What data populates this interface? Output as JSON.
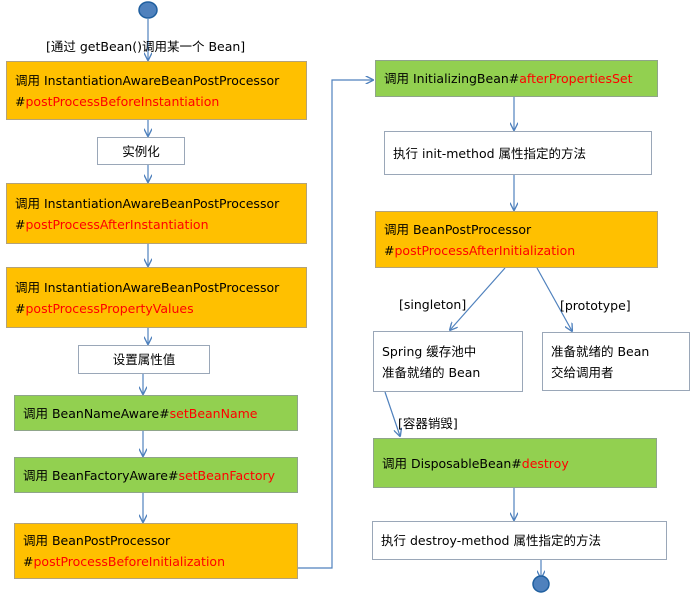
{
  "start_label": "[通过 getBean()调用某一个 Bean]",
  "nodes": {
    "n1": {
      "line1": "调用 InstantiationAwareBeanPostProcessor",
      "hash": "#",
      "method": "postProcessBeforeInstantiation"
    },
    "n2": {
      "text": "实例化"
    },
    "n3": {
      "line1": "调用 InstantiationAwareBeanPostProcessor",
      "hash": "#",
      "method": "postProcessAfterInstantiation"
    },
    "n4": {
      "line1": "调用 InstantiationAwareBeanPostProcessor",
      "hash": "#",
      "method": "postProcessPropertyValues"
    },
    "n5": {
      "text": "设置属性值"
    },
    "n6": {
      "prefix": "调用 BeanNameAware#",
      "method": "setBeanName"
    },
    "n7": {
      "prefix": "调用 BeanFactoryAware#",
      "method": "setBeanFactory"
    },
    "n8": {
      "line1": "调用 BeanPostProcessor",
      "hash": "#",
      "method": "postProcessBeforeInitialization"
    },
    "n9": {
      "prefix": "调用 InitializingBean#",
      "method": "afterPropertiesSet"
    },
    "n10": {
      "text": "执行 init-method 属性指定的方法"
    },
    "n11": {
      "line1": "调用 BeanPostProcessor",
      "hash": "#",
      "method": "postProcessAfterInitialization"
    },
    "n12": {
      "line1": "Spring 缓存池中",
      "line2": "准备就绪的 Bean"
    },
    "n13": {
      "line1": "准备就绪的 Bean",
      "line2": "交给调用者"
    },
    "n14": {
      "prefix": "调用 DisposableBean#",
      "method": "destroy"
    },
    "n15": {
      "text": "执行 destroy-method 属性指定的方法"
    }
  },
  "edge_labels": {
    "singleton": "[singleton]",
    "prototype": "[prototype]",
    "destroy": "[容器销毁]"
  },
  "colors": {
    "orange": "#ffc000",
    "green": "#92d050",
    "method_red": "#ff0000",
    "connector": "#4f81bd",
    "terminal": "#1f5f9f"
  }
}
